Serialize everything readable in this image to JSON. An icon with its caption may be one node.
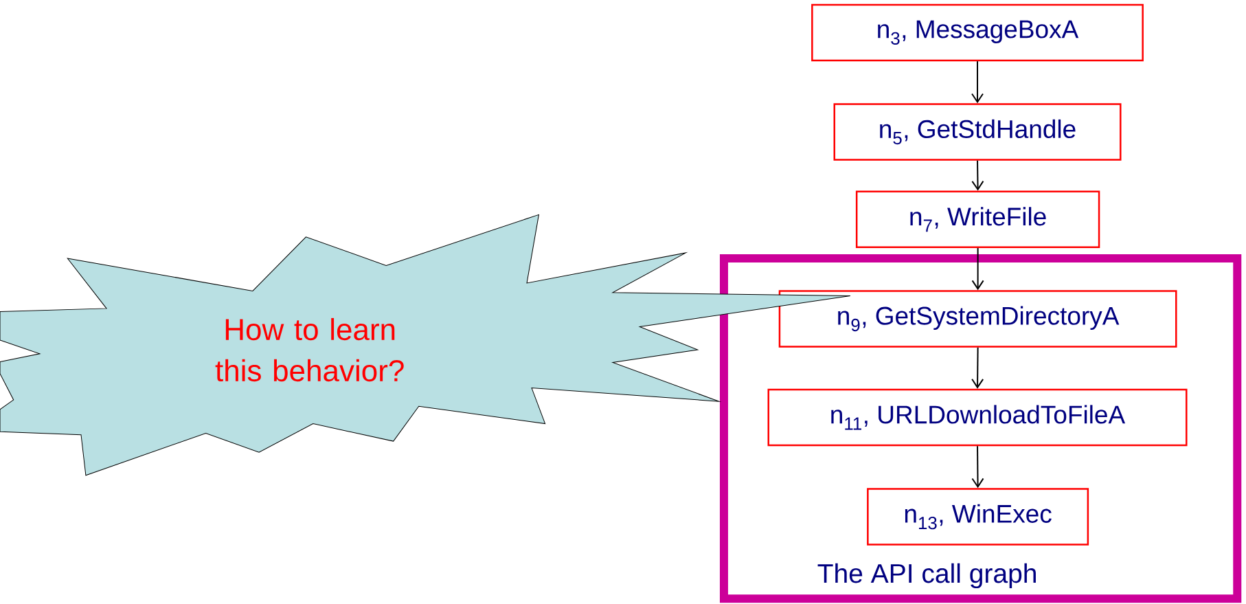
{
  "diagram": {
    "nodes": [
      {
        "text": [
          "n$_{3}$, MessageBoxA"
        ]
      },
      {
        "text": [
          "n$_{5}$, GetStdHandle"
        ]
      },
      {
        "text": [
          "n$_{7}$, WriteFile"
        ]
      },
      {
        "text": [
          "The API call graph"
        ]
      },
      {
        "text": [
          "n$_{9}$, GetSystemDirectoryA"
        ],
        "in": 3
      },
      {
        "text": [
          "n$_{11}$, URLDownloadToFileA"
        ],
        "in": 3
      },
      {
        "text": [
          "n$_{13}$, WinExec"
        ],
        "in": 3
      },
      {
        "text": [
          "How to learn this behavior?"
        ]
      }
    ],
    "edges": [
      {
        "from": 0,
        "to": 1,
        "arrow": "to"
      },
      {
        "from": 1,
        "to": 2,
        "arrow": "to"
      },
      {
        "from": 2,
        "to": 4,
        "arrow": "to"
      },
      {
        "from": 4,
        "to": 5,
        "arrow": "to"
      },
      {
        "from": 5,
        "to": 6,
        "arrow": "to"
      }
    ]
  }
}
